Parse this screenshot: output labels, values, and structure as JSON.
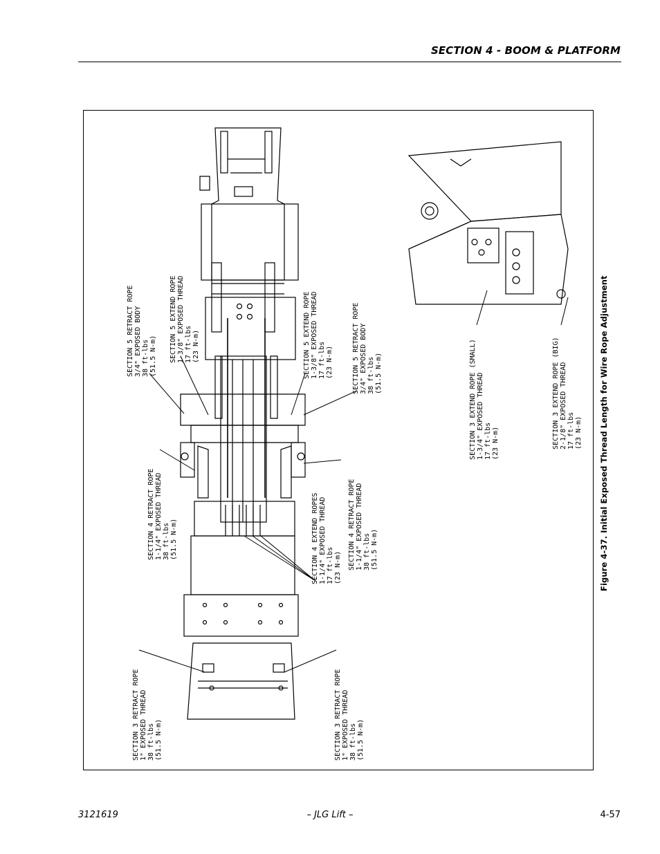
{
  "header": {
    "section_title": "SECTION 4 - BOOM & PLATFORM"
  },
  "figure": {
    "caption": "Figure 4-37. Initial Exposed Thread Length for Wire Rope Adjustment",
    "callouts": [
      {
        "lines": [
          "SECTION 5 RETRACT ROPE",
          "3/4\" EXPOSED BODY",
          "38 ft-lbs",
          "(51.5 N-m)"
        ]
      },
      {
        "lines": [
          "SECTION 5 EXTEND ROPE",
          "1-3/8\" EXPOSED THREAD",
          "17 ft-lbs",
          "(23 N-m)"
        ]
      },
      {
        "lines": [
          "SECTION 5 EXTEND ROPE",
          "1-3/8\" EXPOSED THREAD",
          "17 ft-lbs",
          "(23 N-m)"
        ]
      },
      {
        "lines": [
          "SECTION 5 RETRACT ROPE",
          "3/4\" EXPOSED BODY",
          "38 ft-lbs",
          "(51.5 N-m)"
        ]
      },
      {
        "lines": [
          "SECTION 4 RETRACT ROPE",
          "1-1/4\" EXPOSED THREAD",
          "38 ft-lbs",
          "(51.5 N-m)"
        ]
      },
      {
        "lines": [
          "SECTION 4 EXTEND ROPES",
          "1-1/4\" EXPOSED THREAD",
          "17 ft-lbs",
          "(23 N-m)"
        ]
      },
      {
        "lines": [
          "SECTION 4 RETRACT ROPE",
          "1-1/4\" EXPOSED THREAD",
          "38 ft-lbs",
          "(51.5 N-m)"
        ]
      },
      {
        "lines": [
          "SECTION 3 RETRACT ROPE",
          "1\" EXPOSED THREAD",
          "38 ft-lbs",
          "(51.5 N-m)"
        ]
      },
      {
        "lines": [
          "SECTION 3 RETRACT ROPE",
          "1\" EXPOSED THREAD",
          "38 ft-lbs",
          "(51.5 N-m)"
        ]
      },
      {
        "lines": [
          "SECTION 3 EXTEND ROPE (SMALL)",
          "1-3/4\" EXPOSED THREAD",
          "17 ft-lbs",
          "(23 N-m)"
        ]
      },
      {
        "lines": [
          "SECTION 3 EXTEND ROPE (BIG)",
          "2-1/8\" EXPOSED THREAD",
          "17 ft-lbs",
          "(23 N-m)"
        ]
      }
    ]
  },
  "footer": {
    "doc_number": "3121619",
    "center": "– JLG Lift –",
    "page": "4-57"
  }
}
